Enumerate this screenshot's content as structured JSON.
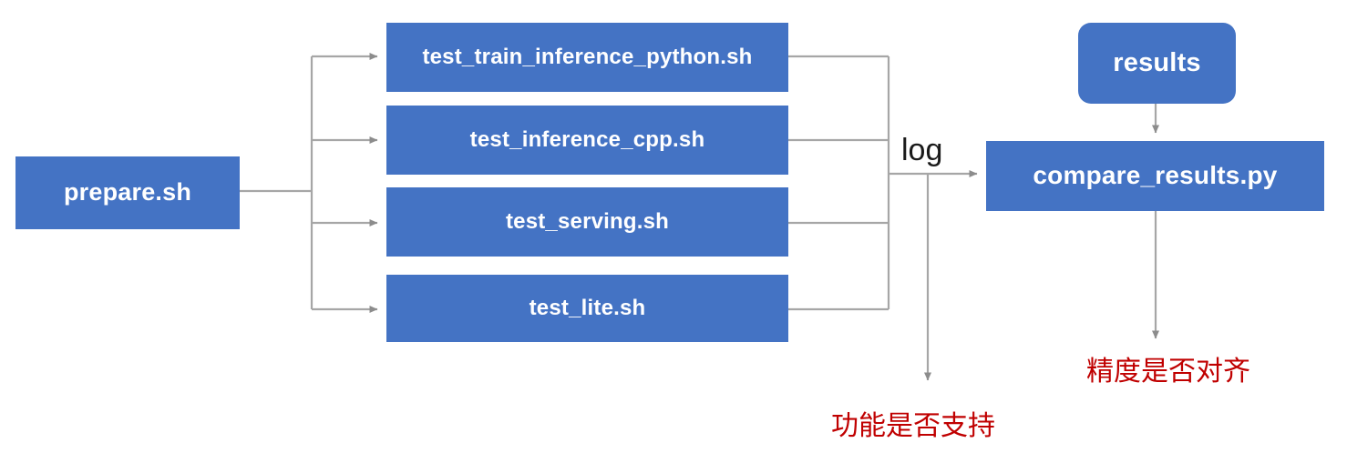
{
  "diagram": {
    "title": "PaddlePaddle TIPC test pipeline",
    "background_color": "#FFFFFF",
    "node_color": "#4473C4",
    "node_text_color": "#FFFFFF",
    "connector_color": "#A6A6A6",
    "note_color": "#C00000",
    "nodes": [
      {
        "id": "prepare",
        "label": "prepare.sh"
      },
      {
        "id": "train_inf_python",
        "label": "test_train_inference_python.sh"
      },
      {
        "id": "inference_cpp",
        "label": "test_inference_cpp.sh"
      },
      {
        "id": "serving",
        "label": "test_serving.sh"
      },
      {
        "id": "lite",
        "label": "test_lite.sh"
      },
      {
        "id": "results",
        "label": "results"
      },
      {
        "id": "compare_results",
        "label": "compare_results.py"
      }
    ],
    "edge_labels": [
      {
        "id": "log",
        "label": "log"
      }
    ],
    "notes": [
      {
        "id": "function_support",
        "label": "功能是否支持"
      },
      {
        "id": "precision_aligned",
        "label": "精度是否对齐"
      }
    ]
  }
}
